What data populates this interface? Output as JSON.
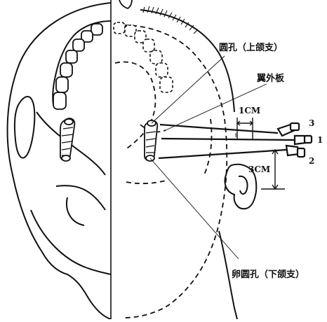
{
  "labels": {
    "foramen_rotundum": "圆孔（上颌支）",
    "lateral_pterygoid_plate": "翼外板",
    "foramen_ovale": "卵圆孔（下颌支）",
    "dist_1cm": "1CM",
    "dist_3cm": "3CM"
  },
  "needles": [
    {
      "id": "1",
      "label": "1"
    },
    {
      "id": "2",
      "label": "2"
    },
    {
      "id": "3",
      "label": "3"
    }
  ]
}
